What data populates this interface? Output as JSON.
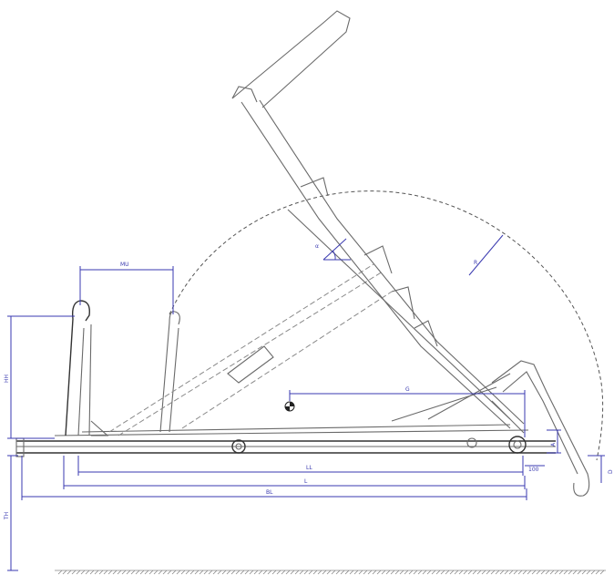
{
  "labels": {
    "mu": "MU",
    "hh": "HH",
    "th": "TH",
    "g": "G",
    "bl": "BL",
    "l": "L",
    "ll": "LL",
    "hundred": "100",
    "a": "A",
    "d": "D",
    "alpha": "α",
    "r": "R"
  },
  "colors": {
    "dimension": "#3a3ab0",
    "mechanism": "#6a6a6a",
    "background": "#ffffff"
  }
}
